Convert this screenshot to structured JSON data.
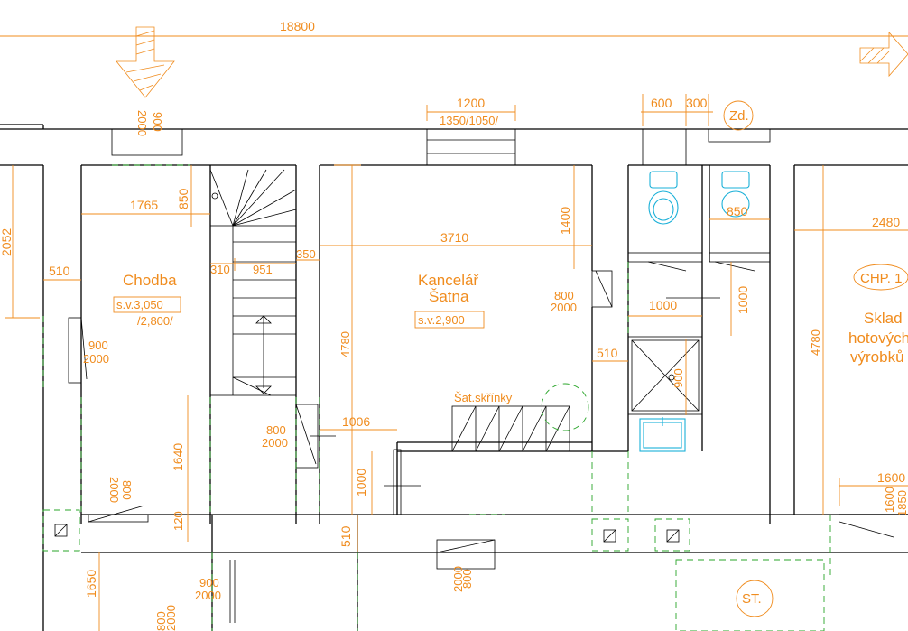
{
  "dimensions": {
    "total_width": "18800",
    "window_top_width": "1200",
    "window_top_sizes": "1350/1050/",
    "top_600": "600",
    "top_300": "300",
    "stair_width": "1765",
    "stair_850": "850",
    "left_2052": "2052",
    "left_510": "510",
    "stair_310": "310",
    "stair_951": "951",
    "stair_350": "350",
    "office_width": "3710",
    "office_1400": "1400",
    "office_height": "4780",
    "wc_850": "850",
    "wc_1000_h": "1000",
    "wc_1000_v": "1000",
    "shower_510": "510",
    "shower_900": "900",
    "store_width": "2480",
    "store_height": "4780",
    "chodba_1640": "1640",
    "chodba_120": "120",
    "office_1006": "1006",
    "office_1000": "1000",
    "bottom_510": "510",
    "bottom_1650": "1650",
    "right_1600": "1600",
    "right_1600v": "1600",
    "right_1850": "1850",
    "top_900": "900",
    "top_2000": "2000"
  },
  "doors": {
    "d1_w": "900",
    "d1_h": "2000",
    "d2_w": "800",
    "d2_h": "2000",
    "d3_w": "800",
    "d3_h": "2000",
    "d4_w": "900",
    "d4_h": "2000",
    "d5_w": "800",
    "d5_h": "2000",
    "d6_w": "800",
    "d6_h": "2000",
    "d7_w": "800",
    "d7_h": "2000"
  },
  "rooms": {
    "chodba_name": "Chodba",
    "chodba_level": "s.v.3,050",
    "chodba_level2": "/2,800/",
    "office_name1": "Kancelář",
    "office_name2": "Šatna",
    "office_level": "s.v.2,900",
    "lockers": "Šat.skřínky",
    "store_name1": "Sklad",
    "store_name2": "hotových",
    "store_name3": "výrobků",
    "chp": "CHP. 1",
    "zd": "Zd.",
    "st": "ST."
  },
  "colors": {
    "annotation": "#f08c1e",
    "walls": "#000000",
    "dashed": "#2aa52a",
    "fixtures": "#1ab0d8"
  }
}
